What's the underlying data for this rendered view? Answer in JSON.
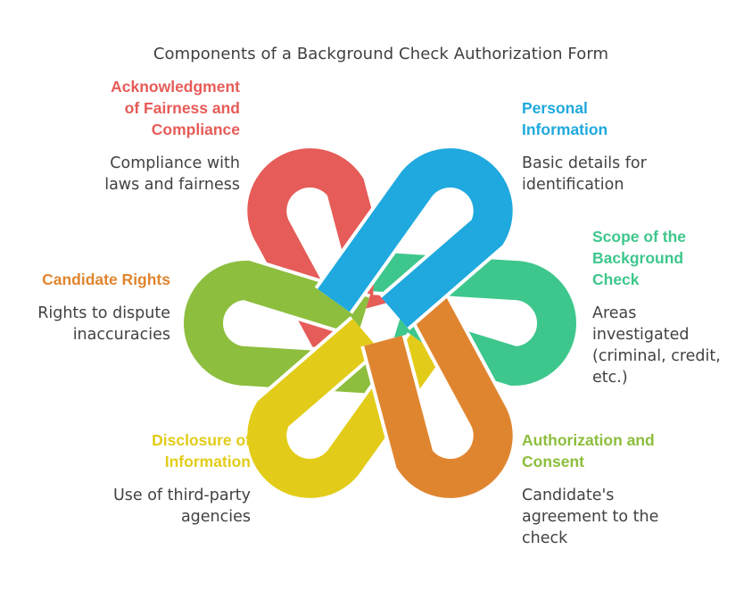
{
  "title": "Components of a Background Check Authorization Form",
  "colors": {
    "red": "#E65C58",
    "blue": "#1FA9DE",
    "teal": "#3EC78C",
    "lime": "#8DBE3D",
    "yellow": "#E2CC19",
    "orange": "#E0852F",
    "body_text": "#424242"
  },
  "components": [
    {
      "key": "acknowledgment",
      "color": "#E65C58",
      "title": [
        "Acknowledgment",
        "of Fairness and",
        "Compliance"
      ],
      "description": [
        "Compliance with",
        "laws and fairness"
      ]
    },
    {
      "key": "personal",
      "color": "#1FA9DE",
      "title": [
        "Personal",
        "Information"
      ],
      "description": [
        "Basic details for",
        "identification"
      ]
    },
    {
      "key": "scope",
      "color": "#3EC78C",
      "title": [
        "Scope of the",
        "Background",
        "Check"
      ],
      "description": [
        "Areas",
        "investigated",
        "(criminal, credit,",
        "etc.)"
      ]
    },
    {
      "key": "rights",
      "color": "#E0852F",
      "title": [
        "Candidate Rights"
      ],
      "description": [
        "Rights to dispute",
        "inaccuracies"
      ]
    },
    {
      "key": "disclosure",
      "color": "#E2CC19",
      "title": [
        "Disclosure of",
        "Information"
      ],
      "description": [
        "Use of third-party",
        "agencies"
      ]
    },
    {
      "key": "authorization",
      "color": "#8DBE3D",
      "title": [
        "Authorization and",
        "Consent"
      ],
      "description": [
        "Candidate's",
        "agreement to the",
        "check"
      ]
    }
  ]
}
